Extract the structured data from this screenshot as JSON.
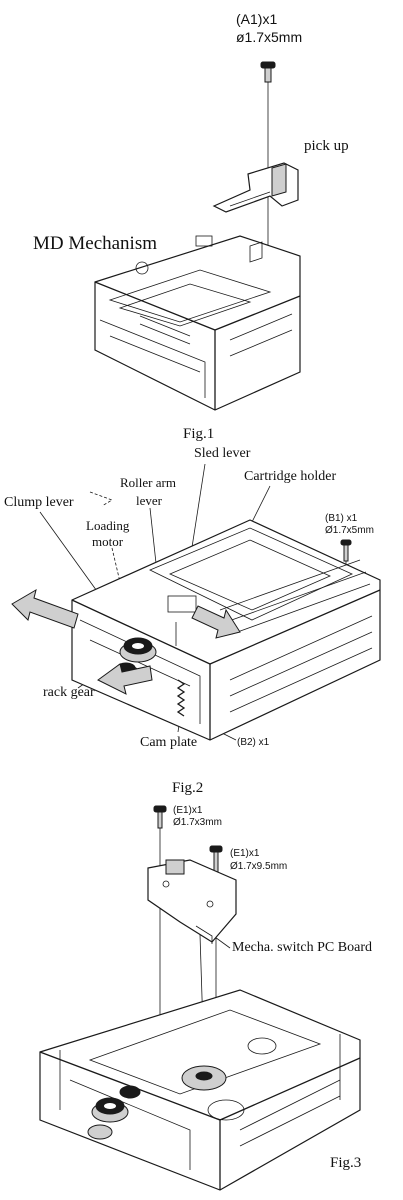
{
  "fig1": {
    "caption": "Fig.1",
    "title": "MD Mechanism",
    "screw_id": "(A1)x1",
    "screw_size": "ø1.7x5mm",
    "pickup_label": "pick up"
  },
  "fig2": {
    "caption": "Fig.2",
    "sled_lever": "Sled lever",
    "roller_arm_lever_1": "Roller arm",
    "roller_arm_lever_2": "lever",
    "cartridge_holder": "Cartridge holder",
    "clump_lever": "Clump lever",
    "loading_motor_1": "Loading",
    "loading_motor_2": "motor",
    "screw_b1_id": "(B1) x1",
    "screw_b1_size": "Ø1.7x5mm",
    "rack_gear": "rack gear",
    "cam_plate": "Cam plate",
    "screw_b2_id": "(B2) x1"
  },
  "fig3": {
    "caption": "Fig.3",
    "screw_e1a_id": "(E1)x1",
    "screw_e1a_size": "Ø1.7x3mm",
    "screw_e1b_id": "(E1)x1",
    "screw_e1b_size": "Ø1.7x9.5mm",
    "pc_board": "Mecha. switch PC Board"
  }
}
